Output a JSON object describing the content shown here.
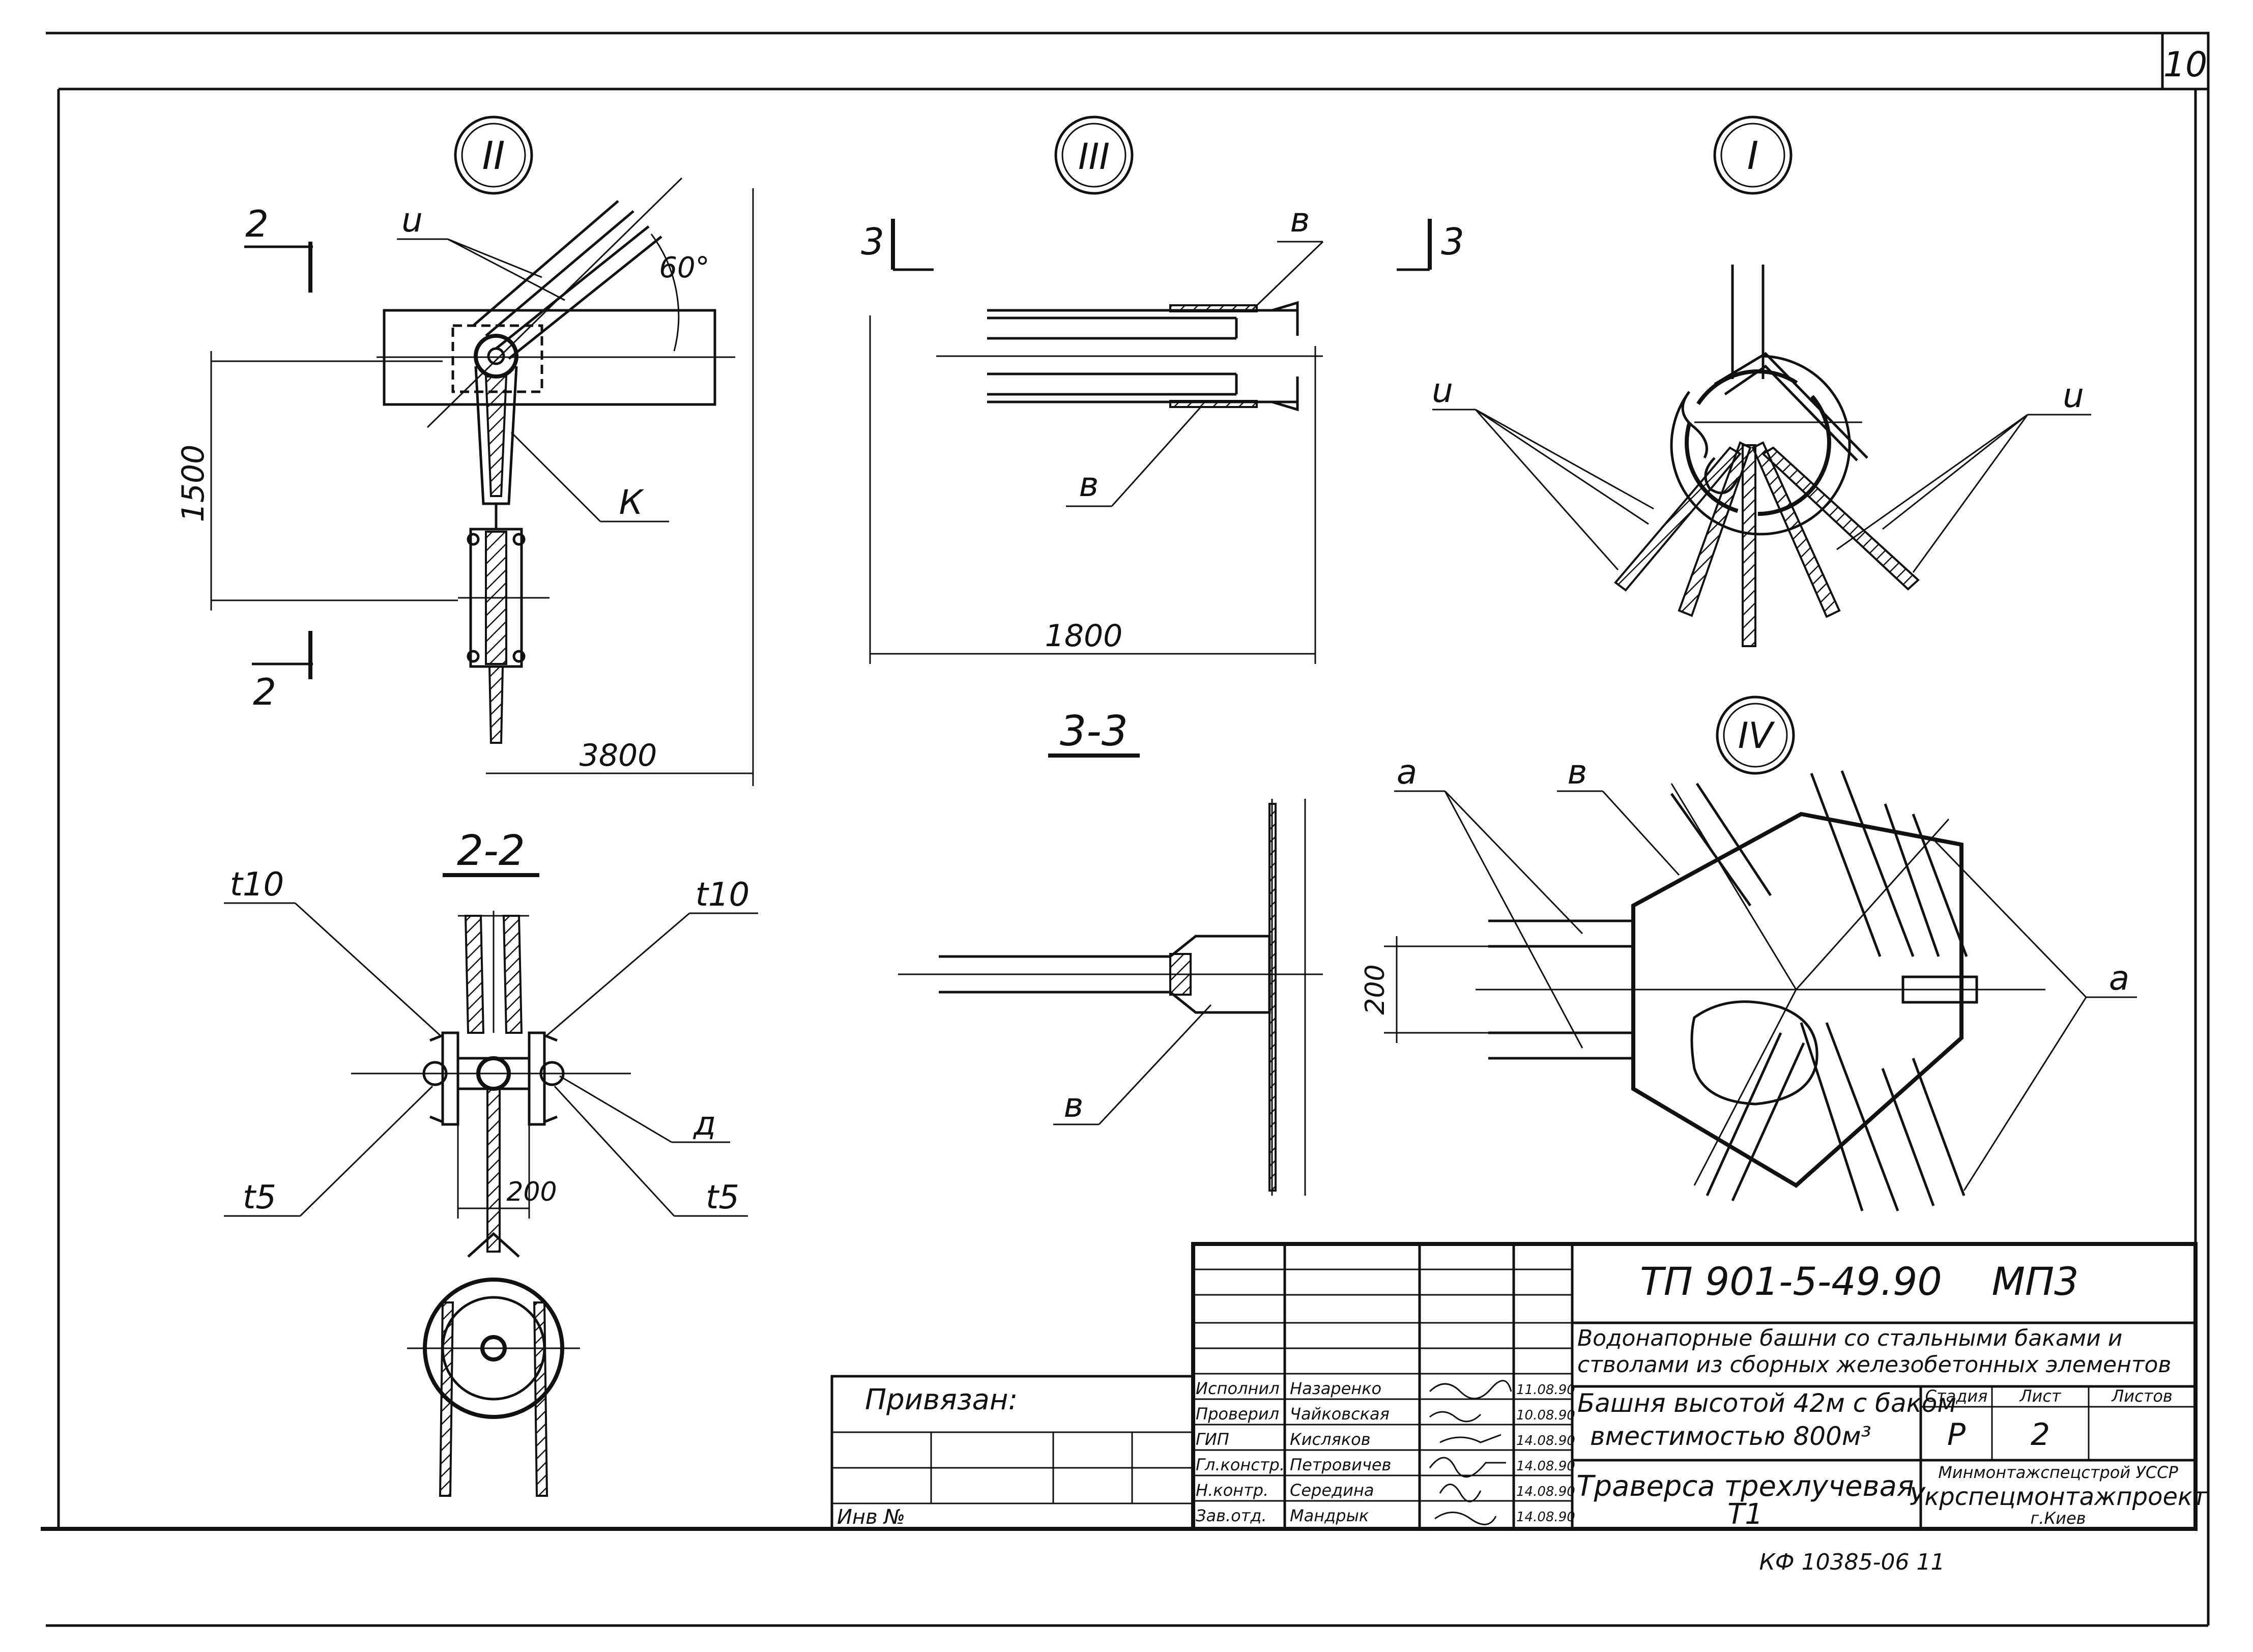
{
  "page_number": "10",
  "views": {
    "II": {
      "marker": "II"
    },
    "III": {
      "marker": "III"
    },
    "I": {
      "marker": "I"
    },
    "IV": {
      "marker": "IV"
    }
  },
  "section_titles": {
    "s22": "2-2",
    "s33": "3-3"
  },
  "cut_marks": {
    "two": "2",
    "three": "3"
  },
  "dimensions": {
    "d1500": "1500",
    "d3800": "3800",
    "d1800": "1800",
    "d200_sec": "200",
    "d200_iv": "200",
    "angle": "60°"
  },
  "labels": {
    "u": "u",
    "k": "К",
    "v": "в",
    "a": "а",
    "d": "д",
    "t10": "t10",
    "t5": "t5"
  },
  "title_block": {
    "code": "ТП 901-5-49.90",
    "section": "МП3",
    "project": "Водонапорные башни со стальными баками и стволами из сборных железобетонных элементов",
    "subtitle_line1": "Башня высотой 42м с баком",
    "subtitle_line2": "вместимостью 800м³",
    "sheet_name_line1": "Траверса трехлучевая",
    "sheet_name_line2": "Т1",
    "stage_header": "Стадия",
    "sheet_header": "Лист",
    "sheets_header": "Листов",
    "stage": "Р",
    "sheet": "2",
    "org_line1": "Минмонтажспецстрой УССР",
    "org_line2": "Укрспецмонтажпроект",
    "org_line3": "г.Киев",
    "privyazan": "Привязан:",
    "inv_no": "Инв №",
    "roles": [
      "Исполнил",
      "Проверил",
      "ГИП",
      "Гл.констр.",
      "Н.контр.",
      "Зав.отд."
    ],
    "names": [
      "Назаренко",
      "Чайковская",
      "Кисляков",
      "Петровичев",
      "Середина",
      "Мандрык"
    ],
    "dates": [
      "11.08.90",
      "10.08.90",
      "14.08.90",
      "14.08.90",
      "14.08.90",
      "14.08.90"
    ]
  },
  "footer": "КФ 10385-06   11"
}
